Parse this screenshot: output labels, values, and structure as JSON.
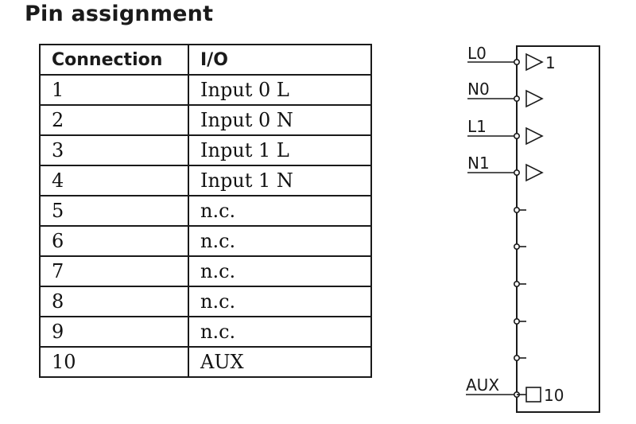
{
  "title": "Pin assignment",
  "table": {
    "headers": [
      "Connection",
      "I/O"
    ],
    "rows": [
      [
        "1",
        "Input 0 L"
      ],
      [
        "2",
        "Input 0 N"
      ],
      [
        "3",
        "Input 1 L"
      ],
      [
        "4",
        "Input 1 N"
      ],
      [
        "5",
        "n.c."
      ],
      [
        "6",
        "n.c."
      ],
      [
        "7",
        "n.c."
      ],
      [
        "8",
        "n.c."
      ],
      [
        "9",
        "n.c."
      ],
      [
        "10",
        "AUX"
      ]
    ]
  },
  "diagram": {
    "input_labels": [
      "L0",
      "N0",
      "L1",
      "N1"
    ],
    "input_group_number": "1",
    "aux_label": "AUX",
    "aux_number": "10"
  }
}
